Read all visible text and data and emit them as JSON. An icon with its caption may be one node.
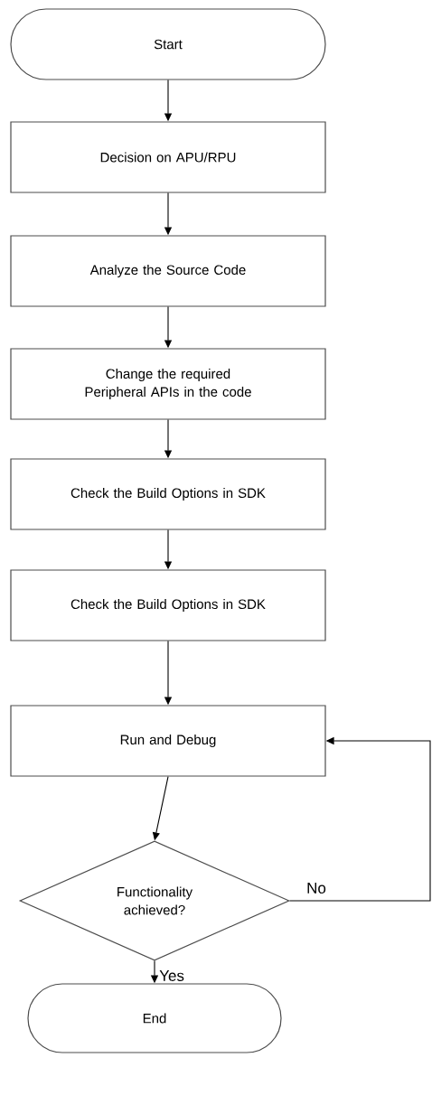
{
  "diagram": {
    "nodes": [
      {
        "text": [
          "Start"
        ]
      },
      {
        "text": [
          "Decision on APU/RPU"
        ]
      },
      {
        "text": [
          "Analyze the Source Code"
        ]
      },
      {
        "text": [
          "Change the required Peripheral APIs in the code"
        ]
      },
      {
        "text": [
          "Check the Build Options in SDK"
        ]
      },
      {
        "text": [
          "Check the Build Options in SDK"
        ]
      },
      {
        "text": [
          "Run and Debug"
        ]
      },
      {
        "text": [
          "Functionality achieved?"
        ]
      },
      {
        "text": [
          "End"
        ]
      }
    ],
    "edges": [
      {
        "from": 0,
        "to": 1,
        "arrow": "to"
      },
      {
        "from": 1,
        "to": 2,
        "arrow": "to"
      },
      {
        "from": 2,
        "to": 3,
        "arrow": "to"
      },
      {
        "from": 3,
        "to": 4,
        "arrow": "to"
      },
      {
        "from": 4,
        "to": 5,
        "arrow": "to"
      },
      {
        "from": 5,
        "to": 6,
        "arrow": "to"
      },
      {
        "from": 6,
        "to": 7,
        "arrow": "to"
      },
      {
        "from": 7,
        "to": 6,
        "arrow": "to",
        "label": "No"
      },
      {
        "from": 7,
        "to": 8,
        "arrow": "to",
        "label": "Yes"
      }
    ]
  }
}
